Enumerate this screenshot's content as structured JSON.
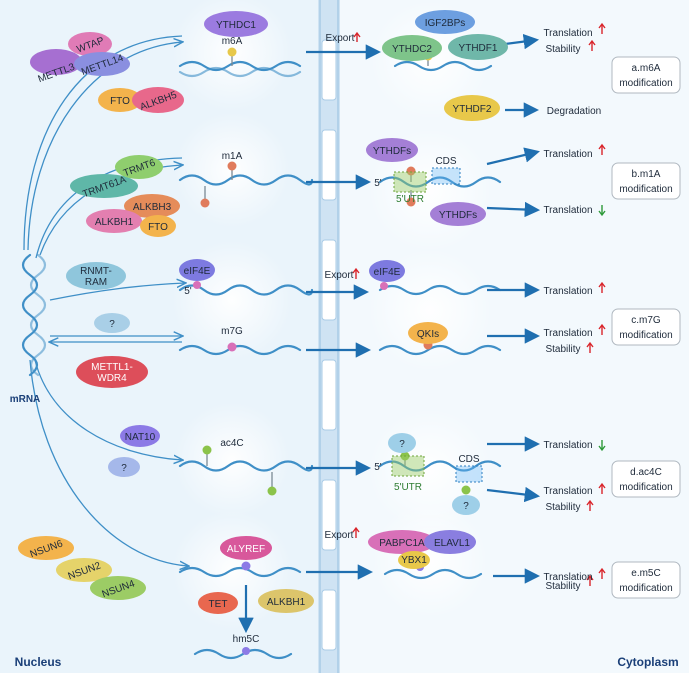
{
  "regions": {
    "nucleus": "Nucleus",
    "cytoplasm": "Cytoplasm"
  },
  "mrna_label": "mRNA",
  "sections": {
    "m6a": {
      "mark": "m6A",
      "reader": "YTHDC1",
      "export": "Export",
      "writers": [
        "METTL3",
        "WTAP",
        "METTL14"
      ],
      "erasers": [
        "FTO",
        "ALKBH5"
      ],
      "cyto_readers": [
        "IGF2BPs",
        "YTHDC2",
        "YTHDF1",
        "YTHDF2"
      ],
      "outcomes": [
        "Translation",
        "Stability",
        "Degradation"
      ],
      "label": [
        "a.m6A",
        "modification"
      ]
    },
    "m1a": {
      "mark": "m1A",
      "writers": [
        "TRMT61A",
        "TRMT6"
      ],
      "erasers": [
        "ALKBH3",
        "ALKBH1",
        "FTO"
      ],
      "cyto_readers": [
        "YTHDFs",
        "YTHDFs"
      ],
      "regions": [
        "5'",
        "5'UTR",
        "CDS"
      ],
      "outcomes": [
        "Translation",
        "Translation"
      ],
      "label": [
        "b.m1A",
        "modification"
      ]
    },
    "m7g": {
      "mark": "m7G",
      "cap_reader": "eIF4E",
      "cap_end": "5'",
      "export": "Export",
      "writers": [
        "RNMT-",
        "RAM",
        "METTL1-",
        "WDR4"
      ],
      "unknown": "?",
      "cyto_readers": [
        "eIF4E",
        "QKIs"
      ],
      "outcomes": [
        "Translation",
        "Translation",
        "Stability"
      ],
      "label": [
        "c.m7G",
        "modification"
      ]
    },
    "ac4c": {
      "mark": "ac4C",
      "writers": [
        "NAT10"
      ],
      "unknown": "?",
      "cyto_readers": [
        "?",
        "?"
      ],
      "regions": [
        "5'",
        "5'UTR",
        "CDS"
      ],
      "outcomes": [
        "Translation",
        "Translation",
        "Stability"
      ],
      "label": [
        "d.ac4C",
        "modification"
      ]
    },
    "m5c": {
      "mark": "hm5C",
      "reader": "ALYREF",
      "export": "Export",
      "writers": [
        "NSUN6",
        "NSUN2",
        "NSUN4"
      ],
      "oxidizers": [
        "TET",
        "ALKBH1"
      ],
      "cyto_readers": [
        "PABPC1A",
        "ELAVL1",
        "YBX1"
      ],
      "outcomes": [
        "Translation",
        "Stability"
      ],
      "label": [
        "e.m5C",
        "modification"
      ]
    }
  },
  "colors": {
    "up_arrow": "#d9262c",
    "down_arrow": "#2e9a3a",
    "flow_arrow": "#1f6fb0",
    "mrna": "#3f8fc7",
    "nucleus_bg": "#eaf4fb",
    "cytoplasm_bg": "#f2f8fd",
    "membrane": "#bcd8ee"
  }
}
